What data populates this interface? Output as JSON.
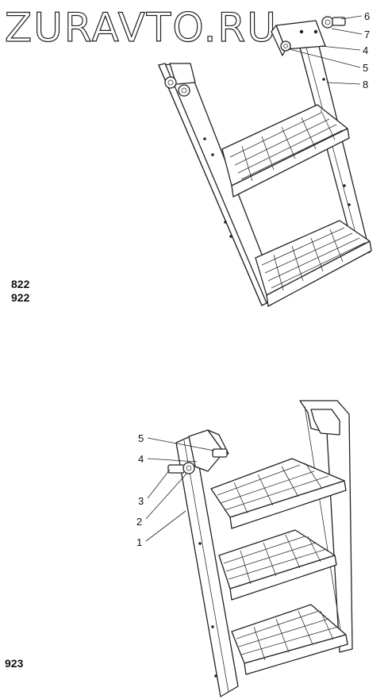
{
  "watermark": "ZURAVTO.RU",
  "top_diagram": {
    "models": [
      "822",
      "922"
    ],
    "callouts": [
      {
        "id": "c6",
        "label": "6"
      },
      {
        "id": "c7",
        "label": "7"
      },
      {
        "id": "c4",
        "label": "4"
      },
      {
        "id": "c5",
        "label": "5"
      },
      {
        "id": "c8",
        "label": "8"
      }
    ]
  },
  "bottom_diagram": {
    "models": [
      "923"
    ],
    "callouts": [
      {
        "id": "b5",
        "label": "5"
      },
      {
        "id": "b4",
        "label": "4"
      },
      {
        "id": "b3",
        "label": "3"
      },
      {
        "id": "b2",
        "label": "2"
      },
      {
        "id": "b1",
        "label": "1"
      }
    ]
  }
}
